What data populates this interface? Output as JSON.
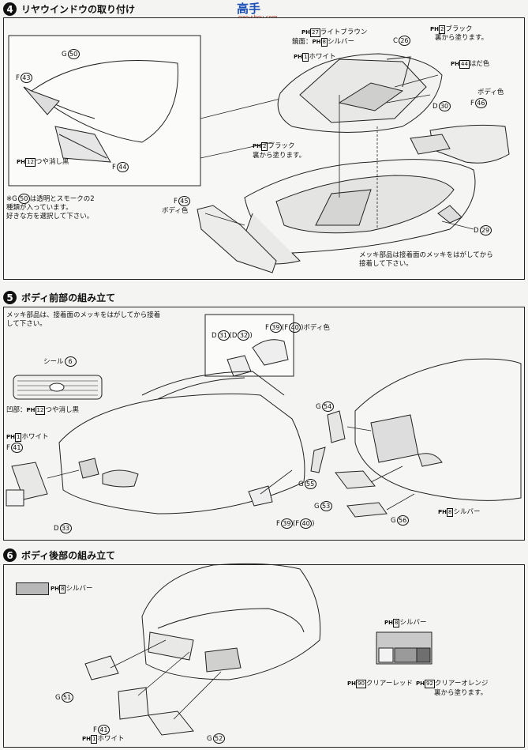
{
  "watermark": {
    "brand": "高手",
    "site": "gao-shou.com"
  },
  "s4": {
    "num": "4",
    "title": "リヤウインドウの取り付け",
    "g50": "G",
    "g50n": "50",
    "f43": "F",
    "f43n": "43",
    "ph12": "PH",
    "ph12b": "12",
    "ph12t": "つや消し黒",
    "f44": "F",
    "f44n": "44",
    "note_g50": "※G",
    "note_g50n": "50",
    "note_g50t": "は透明とスモークの2\n種類が入っています。\n好きな方を選択して下さい。",
    "ph27": "PH",
    "ph27b": "27",
    "ph27t": "ライトブラウン",
    "mirror": "鏡面：",
    "ph8a": "PH",
    "ph8ab": "8",
    "ph8at": "シルバー",
    "c26": "C",
    "c26n": "26",
    "ph1": "PH",
    "ph1b": "1",
    "ph1t": "ホワイト",
    "ph2a": "PH",
    "ph2ab": "2",
    "ph2at": "ブラック",
    "ph2a2": "裏から塗ります。",
    "ph44": "PH",
    "ph44b": "44",
    "ph44t": "はだ色",
    "bodycolor": "ボディ色",
    "d30": "D",
    "d30n": "30",
    "f46": "F",
    "f46n": "46",
    "ph2b": "PH",
    "ph2bb": "2",
    "ph2bt": "ブラック",
    "ph2b2": "裏から塗ります。",
    "f45": "F",
    "f45n": "45",
    "f45t": "ボディ色",
    "d29": "D",
    "d29n": "29",
    "mekki": "メッキ部品は接着面のメッキをはがしてから\n接着して下さい。"
  },
  "s5": {
    "num": "5",
    "title": "ボディ前部の組み立て",
    "mekki": "メッキ部品は、接着面のメッキをはがしてから接着\nして下さい。",
    "d31": "D",
    "d31n": "31",
    "d32": "(D",
    "d32n": "32",
    "d32c": ")",
    "f39": "F",
    "f39n": "39",
    "f40": "(F",
    "f40n": "40",
    "f40t": ")ボディ色",
    "seal": "シール",
    "sealn": "6",
    "ph12": "凹部：",
    "ph12p": "PH",
    "ph12b": "12",
    "ph12t": "つや消し黒",
    "ph1": "PH",
    "ph1b": "1",
    "ph1t": "ホワイト",
    "f41": "F",
    "f41n": "41",
    "d33": "D",
    "d33n": "33",
    "f39b": "F",
    "f39bn": "39",
    "f40b": "(F",
    "f40bn": "40",
    "f40bc": ")",
    "g54": "G",
    "g54n": "54",
    "g55": "G",
    "g55n": "55",
    "g53": "G",
    "g53n": "53",
    "g56": "G",
    "g56n": "56",
    "ph8": "PH",
    "ph8b": "8",
    "ph8t": "シルバー"
  },
  "s6": {
    "num": "6",
    "title": "ボディ後部の組み立て",
    "ph8": "PH",
    "ph8b": "8",
    "ph8t": "シルバー",
    "ph8r": "PH",
    "ph8rb": "8",
    "ph8rt": "シルバー",
    "ph90": "PH",
    "ph90b": "90",
    "ph90t": "クリアーレッド",
    "ph92": "PH",
    "ph92b": "92",
    "ph92t": "クリアーオレンジ",
    "ph92t2": "裏から塗ります。",
    "g51": "G",
    "g51n": "51",
    "f41": "F",
    "f41n": "41",
    "ph1": "PH",
    "ph1b": "1",
    "ph1t": "ホワイト",
    "g52": "G",
    "g52n": "52"
  }
}
